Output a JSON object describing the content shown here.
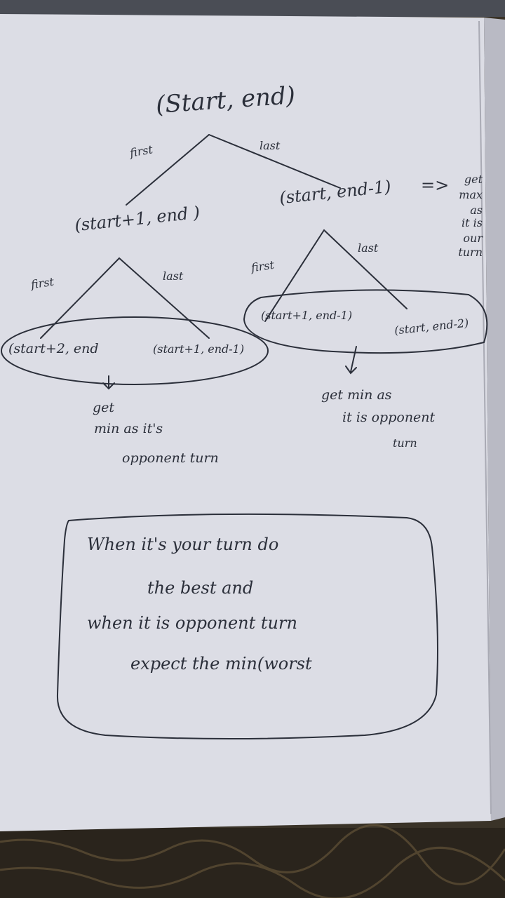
{
  "colors": {
    "page": "#dcdde5",
    "page_shadow": "#b9bac4",
    "fabric": "#3a3328",
    "ink": "#2b2f3a"
  },
  "tree": {
    "root": "(Start, end)",
    "root_left_edge": "first",
    "root_right_edge": "last",
    "left_node": "(start+1, end )",
    "right_node": "(start, end-1)",
    "right_arrow": "=>",
    "right_note": [
      "get",
      "max",
      "as",
      "it is",
      "our",
      "turn"
    ],
    "left_left_edge": "first",
    "left_right_edge": "last",
    "right_left_edge": "first",
    "right_right_edge": "last",
    "ll_node": "(start+2, end",
    "lr_node": "(start+1, end-1)",
    "rl_node": "(start+1, end-1)",
    "rr_node": "(start, end-2)",
    "left_note": [
      "get",
      "min as it's",
      "opponent turn"
    ],
    "right_bottom_note": [
      "get min as",
      "it is opponent",
      "turn"
    ]
  },
  "summary": {
    "lines": [
      "When it's your turn do",
      "the   best  and",
      "when it is opponent turn",
      "expect the  min(worst"
    ]
  }
}
